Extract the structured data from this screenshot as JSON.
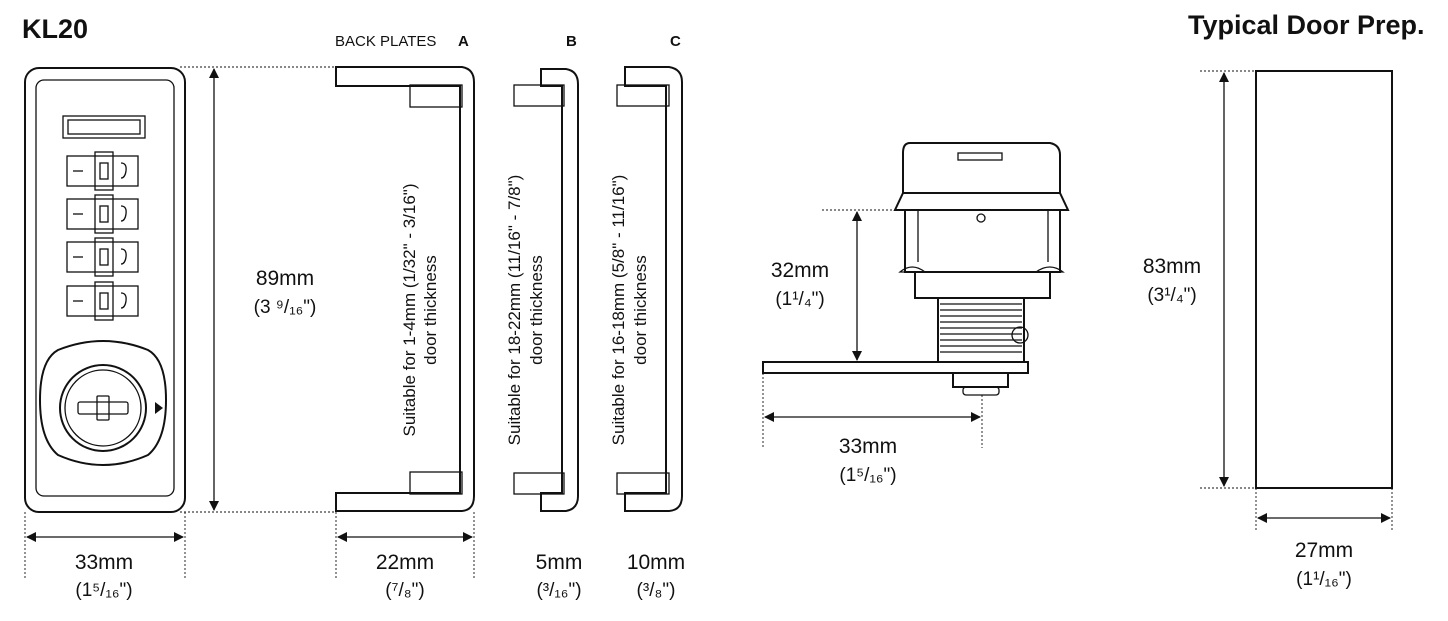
{
  "title": "KL20",
  "door_prep_title": "Typical Door Prep.",
  "backplates": {
    "heading": "BACK PLATES",
    "a": "A",
    "b": "B",
    "c": "C",
    "a_text1": "Suitable for 1-4mm (1/32\" - 3/16\")",
    "a_text2": "door thickness",
    "b_text1": "Suitable for 18-22mm (11/16\" - 7/8\")",
    "b_text2": "door thickness",
    "c_text1": "Suitable for 16-18mm (5/8\" - 11/16\")",
    "c_text2": "door thickness"
  },
  "dims": {
    "front_width_mm": "33mm",
    "front_width_in": "(1⁵/₁₆\")",
    "height_mm": "89mm",
    "height_in": "(3 ⁹/₁₆\")",
    "a_width_mm": "22mm",
    "a_width_in": "(⁷/₈\")",
    "b_width_mm": "5mm",
    "b_width_in": "(³/₁₆\")",
    "c_width_mm": "10mm",
    "c_width_in": "(³/₈\")",
    "side_height_mm": "32mm",
    "side_height_in": "(1¹/₄\")",
    "side_width_mm": "33mm",
    "side_width_in": "(1⁵/₁₆\")",
    "prep_height_mm": "83mm",
    "prep_height_in": "(3¹/₄\")",
    "prep_width_mm": "27mm",
    "prep_width_in": "(1¹/₁₆\")"
  }
}
